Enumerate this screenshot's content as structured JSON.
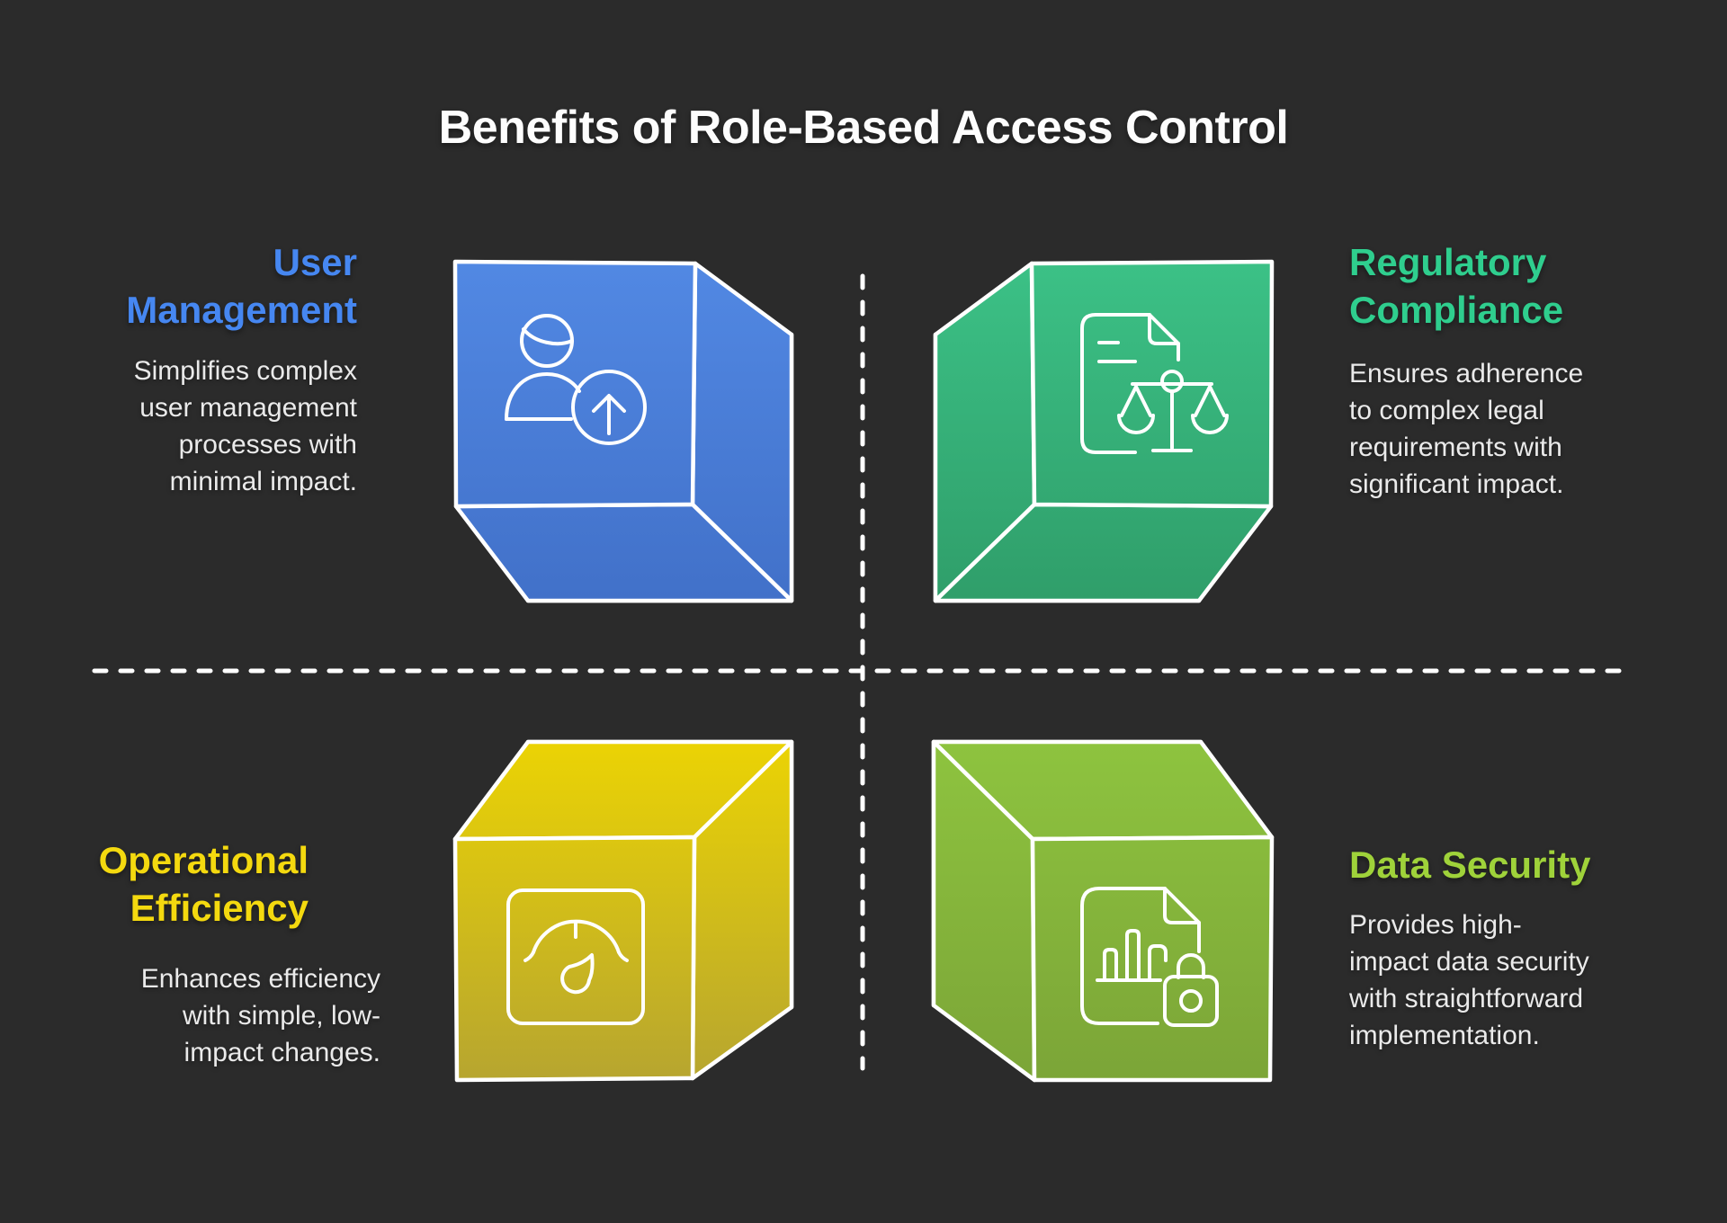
{
  "title": "Benefits of Role-Based Access Control",
  "colors": {
    "background": "#2b2b2b",
    "title-text": "#fdfdfd",
    "body-text": "#eaeaea",
    "divider": "#ffffff",
    "icon-stroke": "#ffffff",
    "blue-accent": "#4687f1",
    "green-accent": "#2fce8e",
    "yellow-accent": "#f4d90f",
    "lime-accent": "#9fd23a",
    "cube-blue-top": "#5289e4",
    "cube-blue-bottom": "#4170c8",
    "cube-green-top": "#3cc287",
    "cube-green-bottom": "#2f9d69",
    "cube-yellow-top": "#ecd403",
    "cube-yellow-bottom": "#b5a431",
    "cube-lime-top": "#8ec43f",
    "cube-lime-bottom": "#7ba437"
  },
  "quadrants": [
    {
      "id": "user-management",
      "heading": "User\nManagement",
      "description": "Simplifies complex\nuser management\nprocesses with\nminimal impact.",
      "accent": "#4687f1",
      "icon": "user-upload-icon"
    },
    {
      "id": "regulatory-compliance",
      "heading": "Regulatory\nCompliance",
      "description": "Ensures adherence\nto complex legal\nrequirements with\nsignificant impact.",
      "accent": "#2fce8e",
      "icon": "document-scales-icon"
    },
    {
      "id": "operational-efficiency",
      "heading": "Operational\nEfficiency",
      "description": "Enhances efficiency\nwith simple, low-\nimpact changes.",
      "accent": "#f4d90f",
      "icon": "gauge-icon"
    },
    {
      "id": "data-security",
      "heading": "Data Security",
      "description": "Provides high-\nimpact data security\nwith straightforward\nimplementation.",
      "accent": "#9fd23a",
      "icon": "chart-lock-icon"
    }
  ]
}
